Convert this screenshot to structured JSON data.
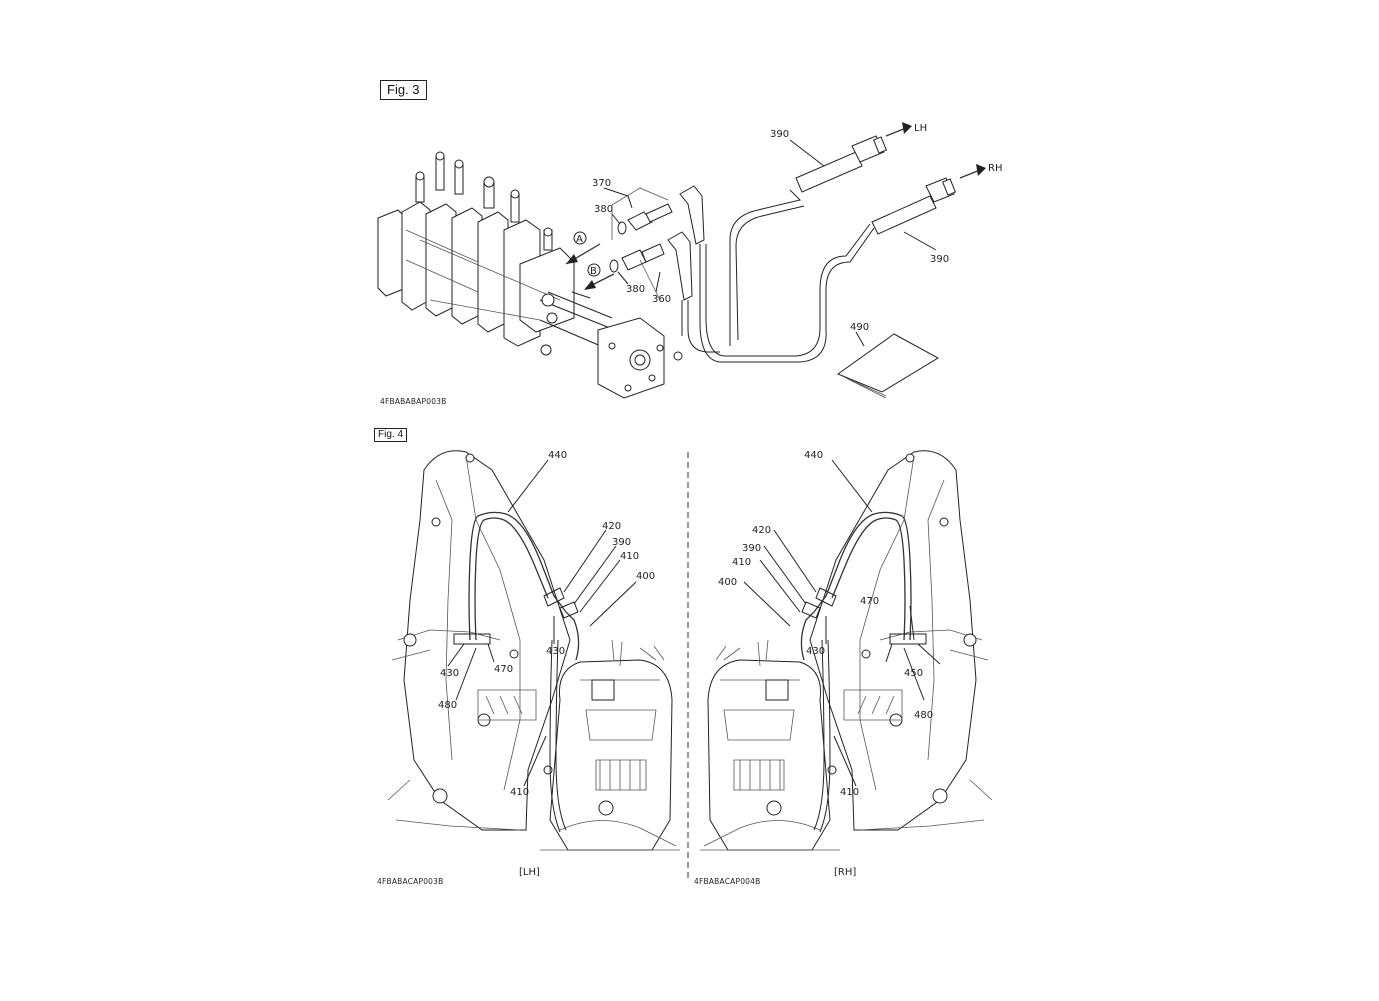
{
  "fig3": {
    "title": "Fig. 3",
    "image_code": "4FBABABAP003B",
    "callouts": {
      "c370": "370",
      "c380a": "380",
      "c380b": "380",
      "c360": "360",
      "c390a": "390",
      "c390b": "390",
      "c490": "490",
      "port_a": "A",
      "port_b": "B",
      "dir_lh": "LH",
      "dir_rh": "RH"
    }
  },
  "fig4": {
    "title": "Fig. 4",
    "left": {
      "image_code": "4FBABACAP003B",
      "side_label": "[LH]",
      "callouts": {
        "c440": "440",
        "c420": "420",
        "c390": "390",
        "c410a": "410",
        "c400": "400",
        "c430a": "430",
        "c430b": "430",
        "c470": "470",
        "c480": "480",
        "c410b": "410"
      }
    },
    "right": {
      "image_code": "4FBABACAP004B",
      "side_label": "[RH]",
      "callouts": {
        "c440": "440",
        "c420": "420",
        "c390": "390",
        "c410a": "410",
        "c400": "400",
        "c430": "430",
        "c470": "470",
        "c450": "450",
        "c480": "480",
        "c410b": "410"
      }
    }
  }
}
